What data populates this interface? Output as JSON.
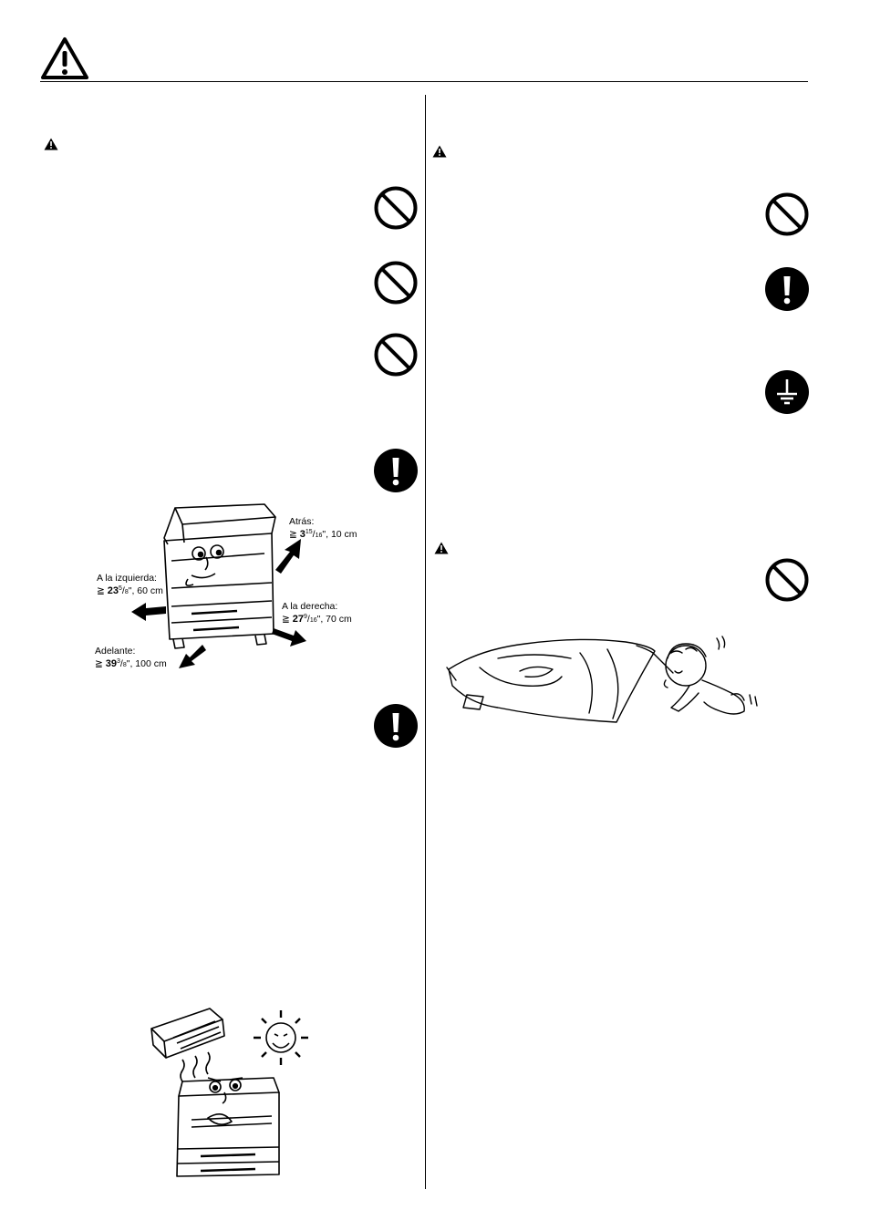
{
  "page": {
    "header_icon": "warning-triangle-icon",
    "divider": "vertical-column-divider"
  },
  "left_column": {
    "section_icon": "small-warning-triangle-icon",
    "symbols": [
      "prohibition-icon",
      "prohibition-icon",
      "prohibition-icon",
      "mandatory-action-icon",
      "mandatory-action-icon"
    ],
    "clearance": {
      "rear": {
        "label": "Atrás:",
        "whole": "3",
        "num": "15",
        "den": "16",
        "metric": ", 10 cm"
      },
      "left": {
        "label": "A la izquierda:",
        "whole": "23",
        "num": "5",
        "den": "8",
        "metric": ", 60 cm"
      },
      "right": {
        "label": "A la derecha:",
        "whole": "27",
        "num": "9",
        "den": "16",
        "metric": ", 70 cm"
      },
      "front": {
        "label": "Adelante:",
        "whole": "39",
        "num": "3",
        "den": "8",
        "metric": ", 100 cm"
      },
      "ge_symbol": "≧",
      "inch_mark": "\""
    },
    "illustrations": [
      "copier-clearance-illustration",
      "copier-heat-sources-illustration"
    ]
  },
  "right_column": {
    "section_icons": [
      "small-warning-triangle-icon",
      "small-warning-triangle-icon"
    ],
    "symbols": [
      "prohibition-icon",
      "mandatory-action-icon",
      "ground-connection-icon",
      "prohibition-icon"
    ],
    "illustrations": [
      "child-plastic-bag-illustration"
    ]
  }
}
